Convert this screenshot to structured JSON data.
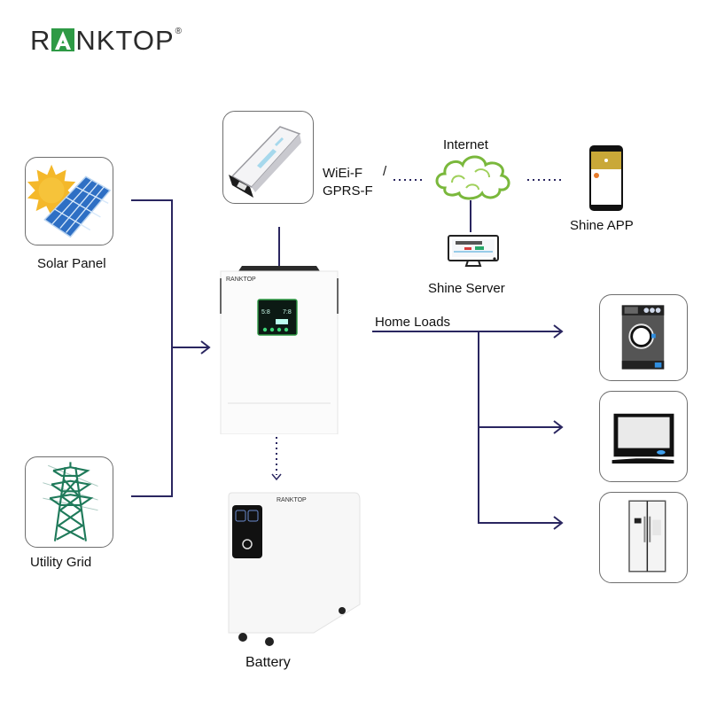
{
  "brand": {
    "logo_prefix": "R",
    "logo_suffix": "NKTOP",
    "registered_mark": "®",
    "accent_color": "#2e9a45",
    "device_logo": "RANKTOP"
  },
  "sources": [
    {
      "label": "Solar Panel",
      "icon": "solar-panel-icon"
    },
    {
      "label": "Utility Grid",
      "icon": "transmission-tower-icon"
    }
  ],
  "communication": {
    "module_labels": [
      "WiEi-F",
      "GPRS-F"
    ],
    "separator": "/",
    "internet_label": "Internet",
    "server_label": "Shine Server",
    "app_label": "Shine APP"
  },
  "inverter": {
    "icon": "hybrid-inverter-icon"
  },
  "storage": {
    "label": "Battery",
    "icon": "battery-cabinet-icon"
  },
  "loads": {
    "label": "Home Loads",
    "items": [
      {
        "icon": "washing-machine-icon"
      },
      {
        "icon": "television-icon"
      },
      {
        "icon": "refrigerator-icon"
      }
    ]
  },
  "colors": {
    "connector_line": "#2a2660",
    "cloud": "#7ab83c",
    "icon_border": "#6e6e6e"
  }
}
